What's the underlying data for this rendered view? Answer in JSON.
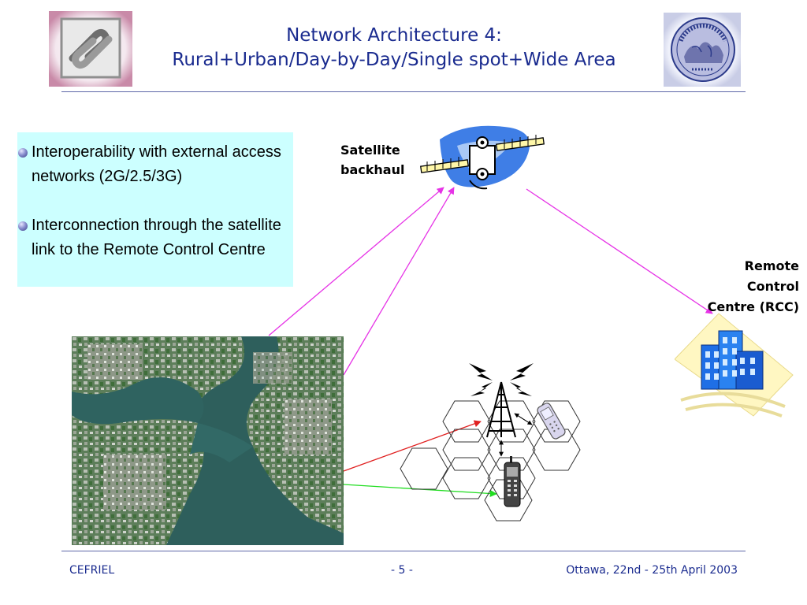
{
  "header": {
    "title_line1": "Network Architecture 4:",
    "title_line2": "Rural+Urban/Day-by-Day/Single spot+Wide Area"
  },
  "bullets": [
    "Interoperability with external access networks (2G/2.5/3G)",
    "Interconnection through the satellite link to the Remote Control Centre"
  ],
  "diagram": {
    "satellite_label_line1": "Satellite",
    "satellite_label_line2": "backhaul",
    "rcc_label_line1": "Remote",
    "rcc_label_line2": "Control",
    "rcc_label_line3": "Centre (RCC)"
  },
  "colors": {
    "title": "#1a2b8f",
    "bullet_box": "#ccffff",
    "link_satellite": "#e633e6",
    "link_red": "#e02020",
    "link_green": "#22dd22"
  },
  "footer": {
    "left": "CEFRIEL",
    "center": "- 5 -",
    "right": "Ottawa, 22nd - 25th April 2003"
  }
}
